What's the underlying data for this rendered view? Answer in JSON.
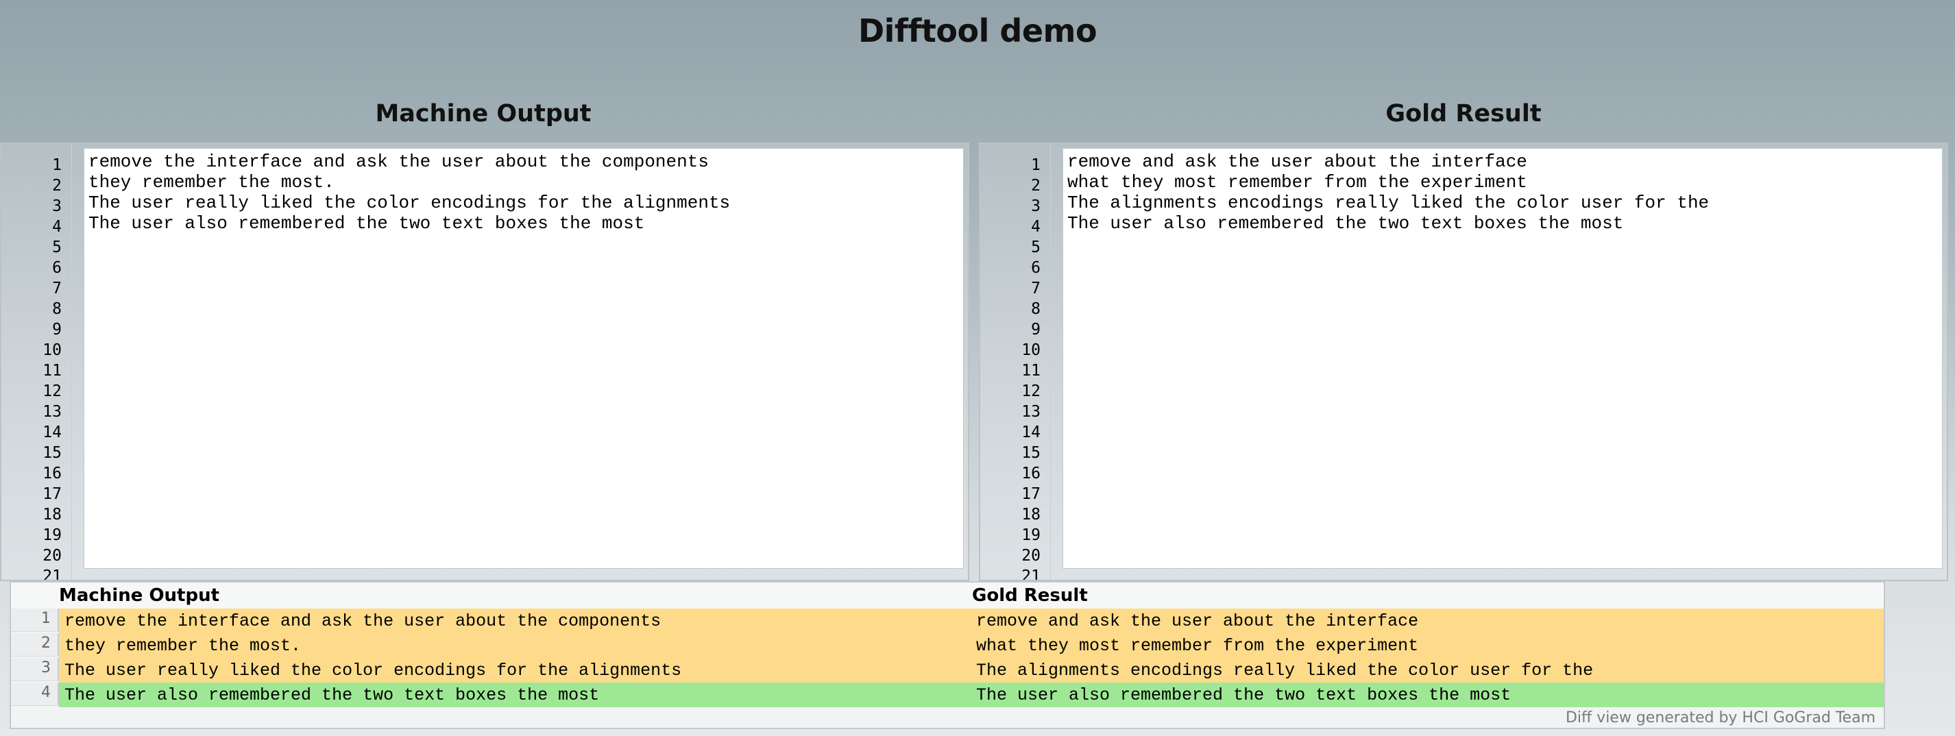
{
  "header": {
    "title": "Difftool demo"
  },
  "colors": {
    "changed": "#fedb8a",
    "equal": "#9ee895"
  },
  "left": {
    "title": "Machine Output",
    "line_numbers": [
      "1",
      "2",
      "3",
      "4",
      "5",
      "6",
      "7",
      "8",
      "9",
      "10",
      "11",
      "12",
      "13",
      "14",
      "15",
      "16",
      "17",
      "18",
      "19",
      "20",
      "21"
    ],
    "lines": [
      "remove the interface and ask the user about the components",
      "they remember the most.",
      "The user really liked the color encodings for the alignments",
      "The user also remembered the two text boxes the most"
    ]
  },
  "right": {
    "title": "Gold Result",
    "line_numbers": [
      "1",
      "2",
      "3",
      "4",
      "5",
      "6",
      "7",
      "8",
      "9",
      "10",
      "11",
      "12",
      "13",
      "14",
      "15",
      "16",
      "17",
      "18",
      "19",
      "20",
      "21"
    ],
    "lines": [
      "remove and ask the user about the interface",
      "what they most remember from the experiment",
      "The alignments encodings really liked the color user for the",
      "The user also remembered the two text boxes the most"
    ]
  },
  "diff": {
    "left_header": "Machine Output",
    "right_header": "Gold Result",
    "rows": [
      {
        "num": "1",
        "left": "remove the interface and ask the user about the components",
        "right": "remove and ask the user about the interface",
        "status": "changed"
      },
      {
        "num": "2",
        "left": "they remember the most.",
        "right": "what they most remember from the experiment",
        "status": "changed"
      },
      {
        "num": "3",
        "left": "The user really liked the color encodings for the alignments",
        "right": "The alignments encodings really liked the color user for the",
        "status": "changed"
      },
      {
        "num": "4",
        "left": "The user also remembered the two text boxes the most",
        "right": "The user also remembered the two text boxes the most",
        "status": "equal"
      }
    ],
    "footer": "Diff view generated by HCI GoGrad Team"
  }
}
